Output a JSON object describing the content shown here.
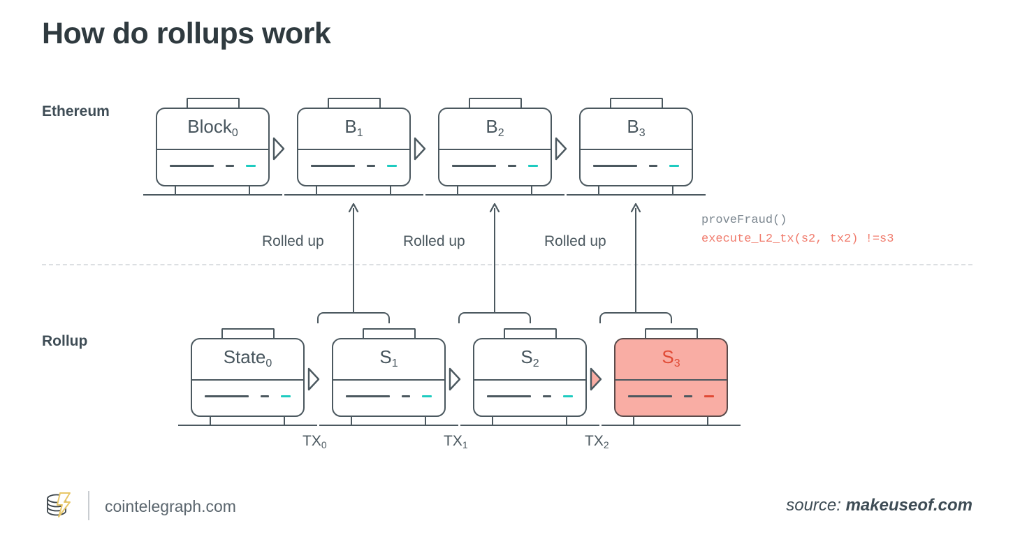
{
  "page": {
    "title": "How do rollups work",
    "background": "#ffffff"
  },
  "colors": {
    "stroke": "#4b585f",
    "text_dark": "#2f3a3f",
    "label": "#3e4c55",
    "teal": "#1ecbc0",
    "highlight_fill": "#f9ada4",
    "highlight_text": "#e04a35",
    "code_gray": "#7c8790",
    "code_red": "#f07a6b",
    "divider_gray": "#dcdfe2"
  },
  "lanes": [
    {
      "id": "ethereum",
      "label": "Ethereum"
    },
    {
      "id": "rollup",
      "label": "Rollup"
    }
  ],
  "ethereum_blocks": [
    {
      "name": "Block",
      "sub": "0",
      "highlight": false
    },
    {
      "name": "B",
      "sub": "1",
      "highlight": false
    },
    {
      "name": "B",
      "sub": "2",
      "highlight": false
    },
    {
      "name": "B",
      "sub": "3",
      "highlight": false
    }
  ],
  "rollup_blocks": [
    {
      "name": "State",
      "sub": "0",
      "highlight": false
    },
    {
      "name": "S",
      "sub": "1",
      "highlight": false
    },
    {
      "name": "S",
      "sub": "2",
      "highlight": false
    },
    {
      "name": "S",
      "sub": "3",
      "highlight": true
    }
  ],
  "rolled_up_labels": [
    "Rolled up",
    "Rolled up",
    "Rolled up"
  ],
  "tx_labels": [
    {
      "name": "TX",
      "sub": "0"
    },
    {
      "name": "TX",
      "sub": "1"
    },
    {
      "name": "TX",
      "sub": "2"
    }
  ],
  "code_annotation": {
    "line1": "proveFraud()",
    "line2": "execute_L2_tx(s2, tx2) !=s3"
  },
  "footer": {
    "site": "cointelegraph.com",
    "source_prefix": "source: ",
    "source_name": "makeuseof.com",
    "logo_icon": "cointelegraph-coin-bolt-icon"
  }
}
